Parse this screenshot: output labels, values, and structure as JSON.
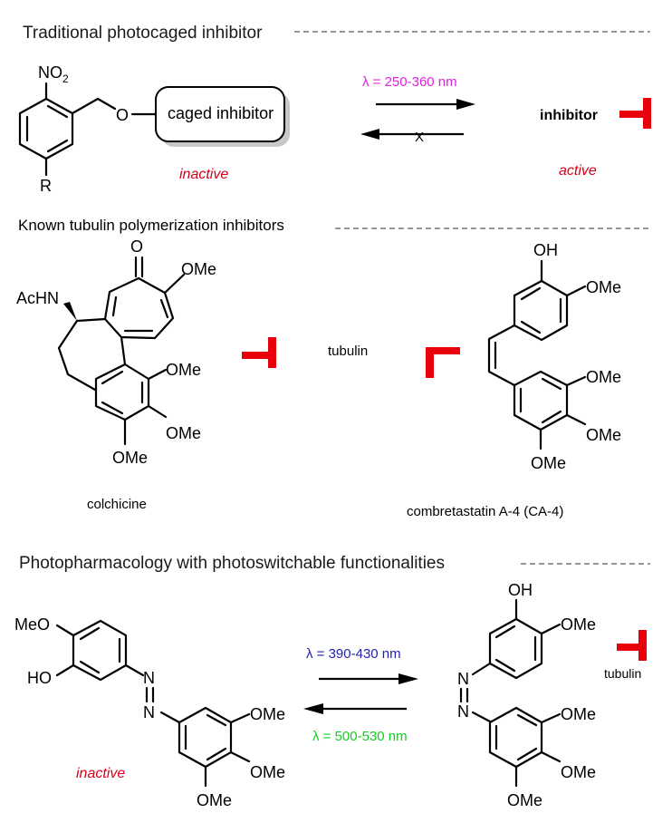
{
  "sections": [
    {
      "title": "Traditional photocaged inhibitor"
    },
    {
      "title": "Known tubulin polymerization inhibitors"
    },
    {
      "title": "Photopharmacology with photoswitchable functionalities"
    }
  ],
  "section1": {
    "nitro_label": "NO",
    "nitro_sub": "2",
    "o_label": "O",
    "r_label": "R",
    "box_label": "caged inhibitor",
    "inactive_label": "inactive",
    "wavelength": "λ = 250-360 nm",
    "blocked_mark": "X",
    "product_label": "inhibitor",
    "active_label": "active",
    "wavelength_color": "#dd22dd",
    "status_color": "#d8001a"
  },
  "section2": {
    "colchicine": {
      "name": "colchicine",
      "o_label": "O",
      "ome_top": "OMe",
      "achn": "AcHN",
      "ome1": "OMe",
      "ome2": "OMe",
      "ome3": "OMe"
    },
    "target": "tubulin",
    "ca4": {
      "name": "combretastatin A-4 (CA-4)",
      "oh": "OH",
      "ome_top": "OMe",
      "ome1": "OMe",
      "ome2": "OMe",
      "ome3": "OMe"
    }
  },
  "section3": {
    "left": {
      "meo": "MeO",
      "ho": "HO",
      "n1": "N",
      "n2": "N",
      "ome1": "OMe",
      "ome2": "OMe",
      "ome3": "OMe",
      "status": "inactive"
    },
    "forward_wavelength": "λ = 390-430 nm",
    "reverse_wavelength": "λ = 500-530 nm",
    "forward_color": "#2222aa",
    "reverse_color": "#11cc22",
    "right": {
      "oh": "OH",
      "ome_top": "OMe",
      "n1": "N",
      "n2": "N",
      "ome1": "OMe",
      "ome2": "OMe",
      "ome3": "OMe"
    },
    "target": "tubulin"
  },
  "inhibition_color": "#e8000d"
}
